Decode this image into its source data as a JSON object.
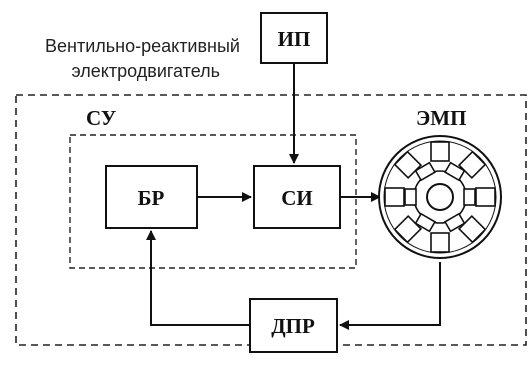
{
  "diagram": {
    "caption_line1": "Вентильно-реактивный",
    "caption_line2": "электродвигатель",
    "control_system_label": "СУ",
    "motor_label": "ЭМП",
    "blocks": {
      "power_supply": "ИП",
      "regulator": "БР",
      "power_converter": "СИ",
      "position_sensor": "ДПР"
    }
  }
}
